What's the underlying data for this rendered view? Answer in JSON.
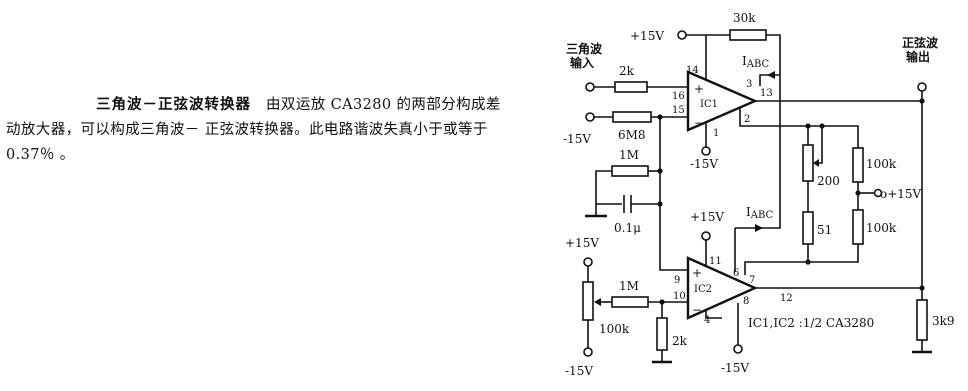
{
  "description": {
    "title": "三角波－正弦波转换器",
    "body": "由双运放 CA3280 的两部分构成差动放大器，可以构成三角波－ 正弦波转换器。此电路谐波失真小于或等于 0.37％ 。"
  },
  "schematic": {
    "input_label_1": "三角波",
    "input_label_2": "输入",
    "output_label_1": "正弦波",
    "output_label_2": "输出",
    "plus15_top": "+15V",
    "plus15_mid": "+15V",
    "plus15_right": "o+15V",
    "plus15_left": "+15V",
    "minus15_input": "-15V",
    "minus15_ic1": "-15V",
    "minus15_ic2": "-15V",
    "minus15_left": "-15V",
    "r_feedback": "30k",
    "r_input": "2k",
    "r_6m8": "6M8",
    "r_1m_top": "1M",
    "r_1m_bottom": "1M",
    "c_01u": "0.1μ",
    "pot_200": "200",
    "r_51": "51",
    "r_100k_top": "100k",
    "r_100k_bottom": "100k",
    "pot_100k": "100k",
    "r_2k_bottom": "2k",
    "r_3k9": "3k9",
    "iabc_1": "I",
    "iabc_1_sub": "ABC",
    "iabc_2": "I",
    "iabc_2_sub": "ABC",
    "ic1_label": "IC1",
    "ic2_label": "IC2",
    "pin_14": "14",
    "pin_3": "3",
    "pin_13": "13",
    "pin_16": "16",
    "pin_15": "15",
    "pin_1": "1",
    "pin_2": "2",
    "pin_11": "11",
    "pin_9": "9",
    "pin_10": "10",
    "pin_6": "6",
    "pin_7": "7",
    "pin_8": "8",
    "pin_4": "4",
    "pin_12": "12",
    "ic_note": "IC1,IC2 :1/2 CA3280",
    "plus_sign": "+",
    "minus_sign": "−"
  }
}
